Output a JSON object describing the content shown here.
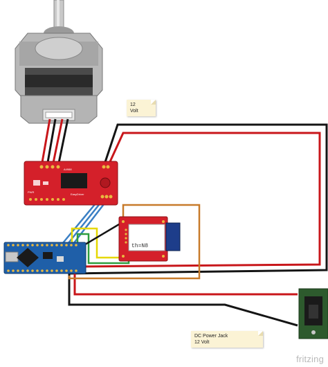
{
  "notes": {
    "top": {
      "lines": [
        "12",
        "Volt"
      ]
    },
    "bottom": {
      "lines": [
        "DC Power Jack",
        "12 Volt"
      ]
    }
  },
  "display": {
    "text": "th=N8"
  },
  "driver": {
    "silk_labels": [
      "A4988",
      "PWR",
      "EasyDriver"
    ]
  },
  "brand": {
    "text": "fritzing"
  },
  "colors": {
    "wire_black": "#141414",
    "wire_red": "#c8161a",
    "wire_blue": "#3a7fc4",
    "wire_yellow": "#e6d800",
    "wire_green": "#2e9e3e",
    "wire_orange": "#c77a2a",
    "board_red": "#d4202a",
    "arduino_blue": "#1f5fa8",
    "note_bg": "#fbf3d5"
  },
  "icons": [
    "stepper-motor-icon",
    "dc-jack-icon"
  ]
}
